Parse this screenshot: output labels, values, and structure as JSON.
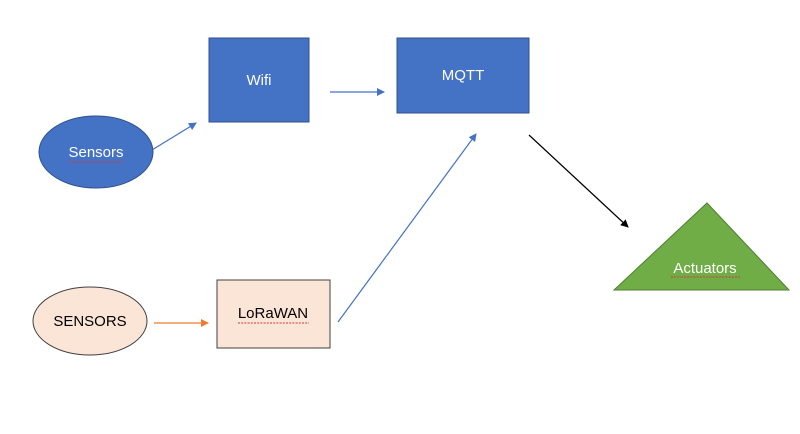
{
  "nodes": {
    "sensors_wifi": {
      "label": "Sensors",
      "shape": "ellipse",
      "fill": "#4472c4",
      "text_color": "#ffffff"
    },
    "wifi": {
      "label": "Wifi",
      "shape": "rectangle",
      "fill": "#4472c4",
      "text_color": "#ffffff"
    },
    "mqtt": {
      "label": "MQTT",
      "shape": "rectangle",
      "fill": "#4472c4",
      "text_color": "#ffffff"
    },
    "actuators": {
      "label": "Actuators",
      "shape": "triangle",
      "fill": "#70ad47",
      "text_color": "#ffffff"
    },
    "sensors_lora": {
      "label": "SENSORS",
      "shape": "ellipse",
      "fill": "#fbe5d6",
      "text_color": "#000000"
    },
    "lorawan": {
      "label": "LoRaWAN",
      "shape": "rectangle",
      "fill": "#fbe5d6",
      "text_color": "#000000"
    }
  },
  "edges": [
    {
      "from": "Sensors",
      "to": "Wifi",
      "color": "#4472c4"
    },
    {
      "from": "Wifi",
      "to": "MQTT",
      "color": "#4472c4"
    },
    {
      "from": "LoRaWAN",
      "to": "MQTT",
      "color": "#4472c4"
    },
    {
      "from": "MQTT",
      "to": "Actuators",
      "color": "#000000"
    },
    {
      "from": "SENSORS",
      "to": "LoRaWAN",
      "color": "#ed7d31"
    }
  ]
}
